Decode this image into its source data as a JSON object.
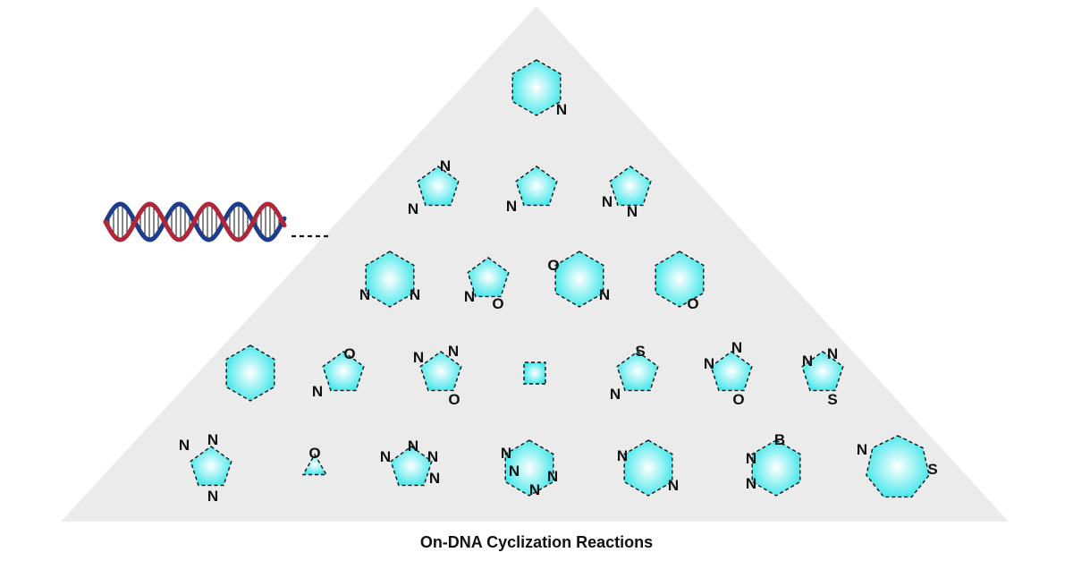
{
  "caption": "On-DNA Cyclization Reactions",
  "colors": {
    "pyramid_fill": "#ebebeb",
    "ring_center": "#ffffff",
    "ring_edge": "#3ee6e9",
    "dna_strand_red": "#b0263a",
    "dna_strand_blue": "#1f3c8c",
    "outline": "#111111"
  },
  "dna": {
    "icon": "dna-double-helix-icon",
    "linker": "dashed-linker"
  },
  "rows": [
    [
      {
        "ring": "pyridine",
        "size": 6,
        "atoms": [
          "N"
        ]
      }
    ],
    [
      {
        "ring": "imidazole",
        "size": 5,
        "atoms": [
          "N",
          "N"
        ]
      },
      {
        "ring": "pyrrole",
        "size": 5,
        "atoms": [
          "N"
        ]
      },
      {
        "ring": "pyrazole",
        "size": 5,
        "atoms": [
          "N",
          "N"
        ]
      }
    ],
    [
      {
        "ring": "pyrimidine",
        "size": 6,
        "atoms": [
          "N",
          "N"
        ]
      },
      {
        "ring": "isoxazole",
        "size": 5,
        "atoms": [
          "N",
          "O"
        ]
      },
      {
        "ring": "oxazine",
        "size": 6,
        "atoms": [
          "O",
          "N"
        ]
      },
      {
        "ring": "pyran",
        "size": 6,
        "atoms": [
          "O"
        ]
      }
    ],
    [
      {
        "ring": "benzene",
        "size": 6,
        "atoms": []
      },
      {
        "ring": "oxazole",
        "size": 5,
        "atoms": [
          "O",
          "N"
        ]
      },
      {
        "ring": "oxadiazole",
        "size": 5,
        "atoms": [
          "N",
          "N",
          "O"
        ]
      },
      {
        "ring": "cyclobutane",
        "size": 4,
        "atoms": []
      },
      {
        "ring": "thiazole",
        "size": 5,
        "atoms": [
          "S",
          "N"
        ]
      },
      {
        "ring": "oxadiazole-isomer",
        "size": 5,
        "atoms": [
          "N",
          "N",
          "O"
        ]
      },
      {
        "ring": "thiadiazole",
        "size": 5,
        "atoms": [
          "N",
          "N",
          "S"
        ]
      }
    ],
    [
      {
        "ring": "triazole",
        "size": 5,
        "atoms": [
          "N",
          "N",
          "N"
        ]
      },
      {
        "ring": "epoxide",
        "size": 3,
        "atoms": [
          "O"
        ]
      },
      {
        "ring": "tetrazole",
        "size": 5,
        "atoms": [
          "N",
          "N",
          "N",
          "N"
        ]
      },
      {
        "ring": "tetrazine",
        "size": 6,
        "atoms": [
          "N",
          "N",
          "N",
          "N"
        ]
      },
      {
        "ring": "pyrazine",
        "size": 6,
        "atoms": [
          "N",
          "N"
        ]
      },
      {
        "ring": "diazaborine",
        "size": 6,
        "atoms": [
          "B",
          "N",
          "N"
        ]
      },
      {
        "ring": "thiazepine",
        "size": 7,
        "atoms": [
          "N",
          "S"
        ]
      }
    ]
  ]
}
